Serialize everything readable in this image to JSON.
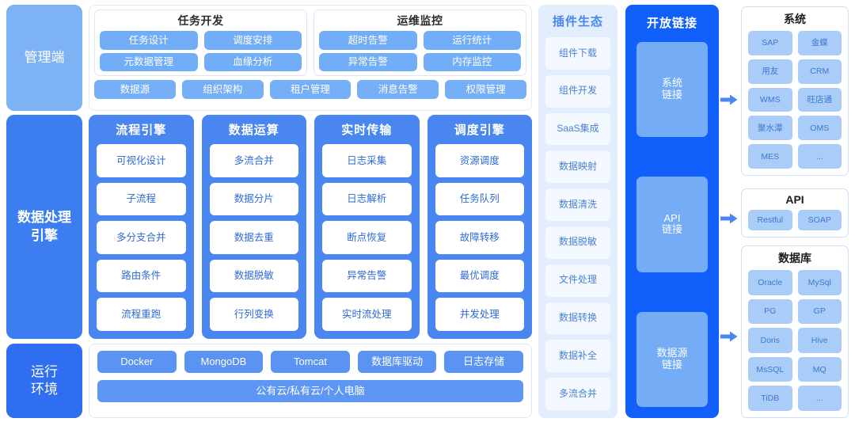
{
  "rails": {
    "management": "管理端",
    "engine": "数据处理\n引擎",
    "engine_line1": "数据处理",
    "engine_line2": "引擎",
    "runtime_line1": "运行",
    "runtime_line2": "环境"
  },
  "management": {
    "groups": [
      {
        "title": "任务开发",
        "rows": [
          [
            "任务设计",
            "调度安排"
          ],
          [
            "元数据管理",
            "血缘分析"
          ]
        ]
      },
      {
        "title": "运维监控",
        "rows": [
          [
            "超时告警",
            "运行统计"
          ],
          [
            "异常告警",
            "内存监控"
          ]
        ]
      }
    ],
    "bottom_items": [
      "数据源",
      "组织架构",
      "租户管理",
      "消息告警",
      "权限管理"
    ]
  },
  "engine_columns": [
    {
      "title": "流程引擎",
      "items": [
        "可视化设计",
        "子流程",
        "多分支合并",
        "路由条件",
        "流程重跑"
      ]
    },
    {
      "title": "数据运算",
      "items": [
        "多流合并",
        "数据分片",
        "数据去重",
        "数据脱敏",
        "行列变换"
      ]
    },
    {
      "title": "实时传输",
      "items": [
        "日志采集",
        "日志解析",
        "断点恢复",
        "异常告警",
        "实时流处理"
      ]
    },
    {
      "title": "调度引擎",
      "items": [
        "资源调度",
        "任务队列",
        "故障转移",
        "最优调度",
        "并发处理"
      ]
    }
  ],
  "runtime": {
    "items": [
      "Docker",
      "MongoDB",
      "Tomcat",
      "数据库驱动",
      "日志存储"
    ],
    "cloud": "公有云/私有云/个人电脑"
  },
  "plugin": {
    "title": "插件生态",
    "items": [
      "组件下载",
      "组件开发",
      "SaaS集成",
      "数据映射",
      "数据清洗",
      "数据脱敏",
      "文件处理",
      "数据转换",
      "数据补全",
      "多流合并"
    ]
  },
  "openlink": {
    "title": "开放链接",
    "items": [
      {
        "line1": "系统",
        "line2": "链接"
      },
      {
        "line1": "API",
        "line2": "链接"
      },
      {
        "line1": "数据源",
        "line2": "链接"
      }
    ]
  },
  "right_cards": [
    {
      "title": "系统",
      "items": [
        "SAP",
        "金蝶",
        "用友",
        "CRM",
        "WMS",
        "旺店通",
        "聚水潭",
        "OMS",
        "MES",
        "..."
      ]
    },
    {
      "title": "API",
      "items": [
        "Restful",
        "SOAP"
      ]
    },
    {
      "title": "数据库",
      "items": [
        "Oracle",
        "MySql",
        "PG",
        "GP",
        "Doris",
        "Hive",
        "MsSQL",
        "MQ",
        "TiDB",
        "..."
      ]
    }
  ],
  "arrows": {
    "icon": "arrow-right-icon",
    "color": "#4a86ef"
  },
  "colors": {
    "rail_management": "#7db3f5",
    "rail_engine": "#3c7ef0",
    "rail_runtime": "#2f6ef0",
    "engine_column": "#4a86ef",
    "plugin_background": "#e3eefc",
    "openlink_background": "#1160fb",
    "accent_pill": "#72adf7",
    "right_pill": "#a9ccf8"
  }
}
